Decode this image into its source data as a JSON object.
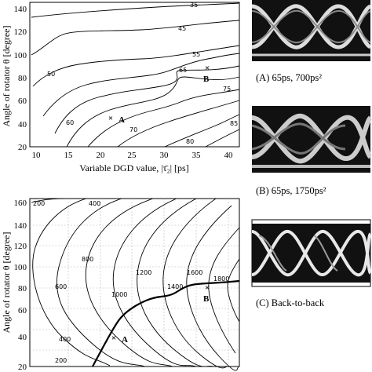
{
  "chart_data": [
    {
      "type": "contour",
      "ylabel": "Angle of rotator θ [degree]",
      "xlabel": "Variable DGD value, |τ̄₂| [ps]",
      "xticks": [
        "10",
        "15",
        "20",
        "25",
        "30",
        "35",
        "40"
      ],
      "yticks": [
        "20",
        "40",
        "60",
        "80",
        "100",
        "120",
        "140"
      ],
      "xlim": [
        9,
        42
      ],
      "ylim": [
        20,
        145
      ],
      "contour_labels": [
        "35",
        "45",
        "50",
        "55",
        "60",
        "65",
        "70",
        "75",
        "80",
        "85"
      ],
      "points": [
        {
          "label": "A",
          "x": 22,
          "y": 45
        },
        {
          "label": "B",
          "x": 36,
          "y": 86
        }
      ]
    },
    {
      "type": "contour",
      "ylabel": "Angle of rotator θ [degree]",
      "yticks": [
        "20",
        "40",
        "60",
        "80",
        "100",
        "120",
        "140",
        "160"
      ],
      "ylim": [
        20,
        160
      ],
      "contour_labels": [
        "200",
        "400",
        "600",
        "800",
        "1000",
        "1200",
        "1400",
        "1600",
        "1800",
        "400",
        "200"
      ],
      "points": [
        {
          "label": "A",
          "x": 22,
          "y": 45
        },
        {
          "label": "B",
          "x": 36,
          "y": 86
        }
      ]
    }
  ],
  "captions": {
    "a": "(A) 65ps, 700ps²",
    "b": "(B) 65ps, 1750ps²",
    "c": "(C) Back-to-back"
  },
  "colors": {
    "ink": "#000000",
    "eye_bg": "#111111",
    "eye_trace": "#e6e6e6"
  }
}
